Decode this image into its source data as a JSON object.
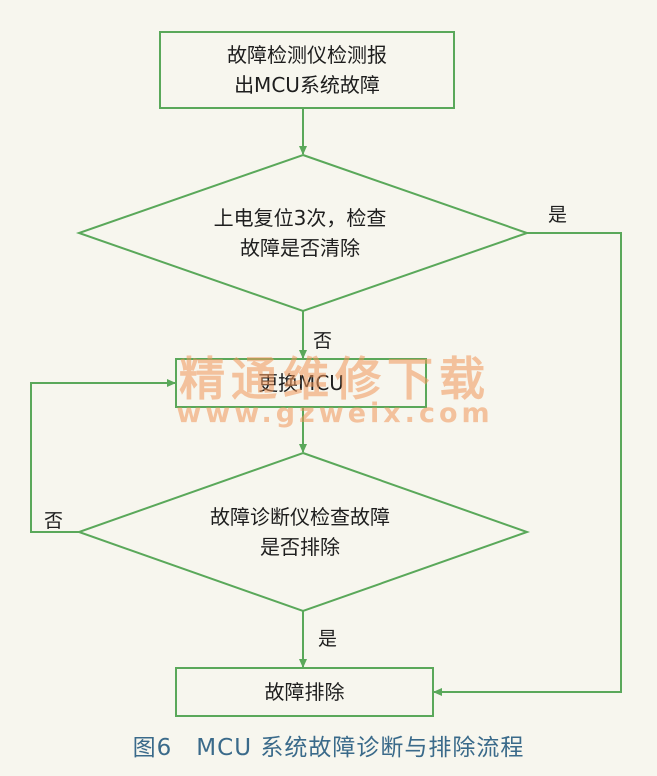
{
  "nodes": {
    "start": "故障检测仪检测报\n出MCU系统故障",
    "decision1": "上电复位3次，检查\n故障是否清除",
    "replace": "更换MCU",
    "decision2": "故障诊断仪检查故障\n是否排除",
    "end": "故障排除"
  },
  "edges": {
    "d1_yes": "是",
    "d1_no": "否",
    "d2_no": "否",
    "d2_yes": "是"
  },
  "watermark": {
    "text": "精通维修下载",
    "url": "www.gzweix.com"
  },
  "caption": "图6　MCU 系统故障诊断与排除流程",
  "colors": {
    "line": "#5aa85a",
    "background": "#f7f6ee"
  }
}
